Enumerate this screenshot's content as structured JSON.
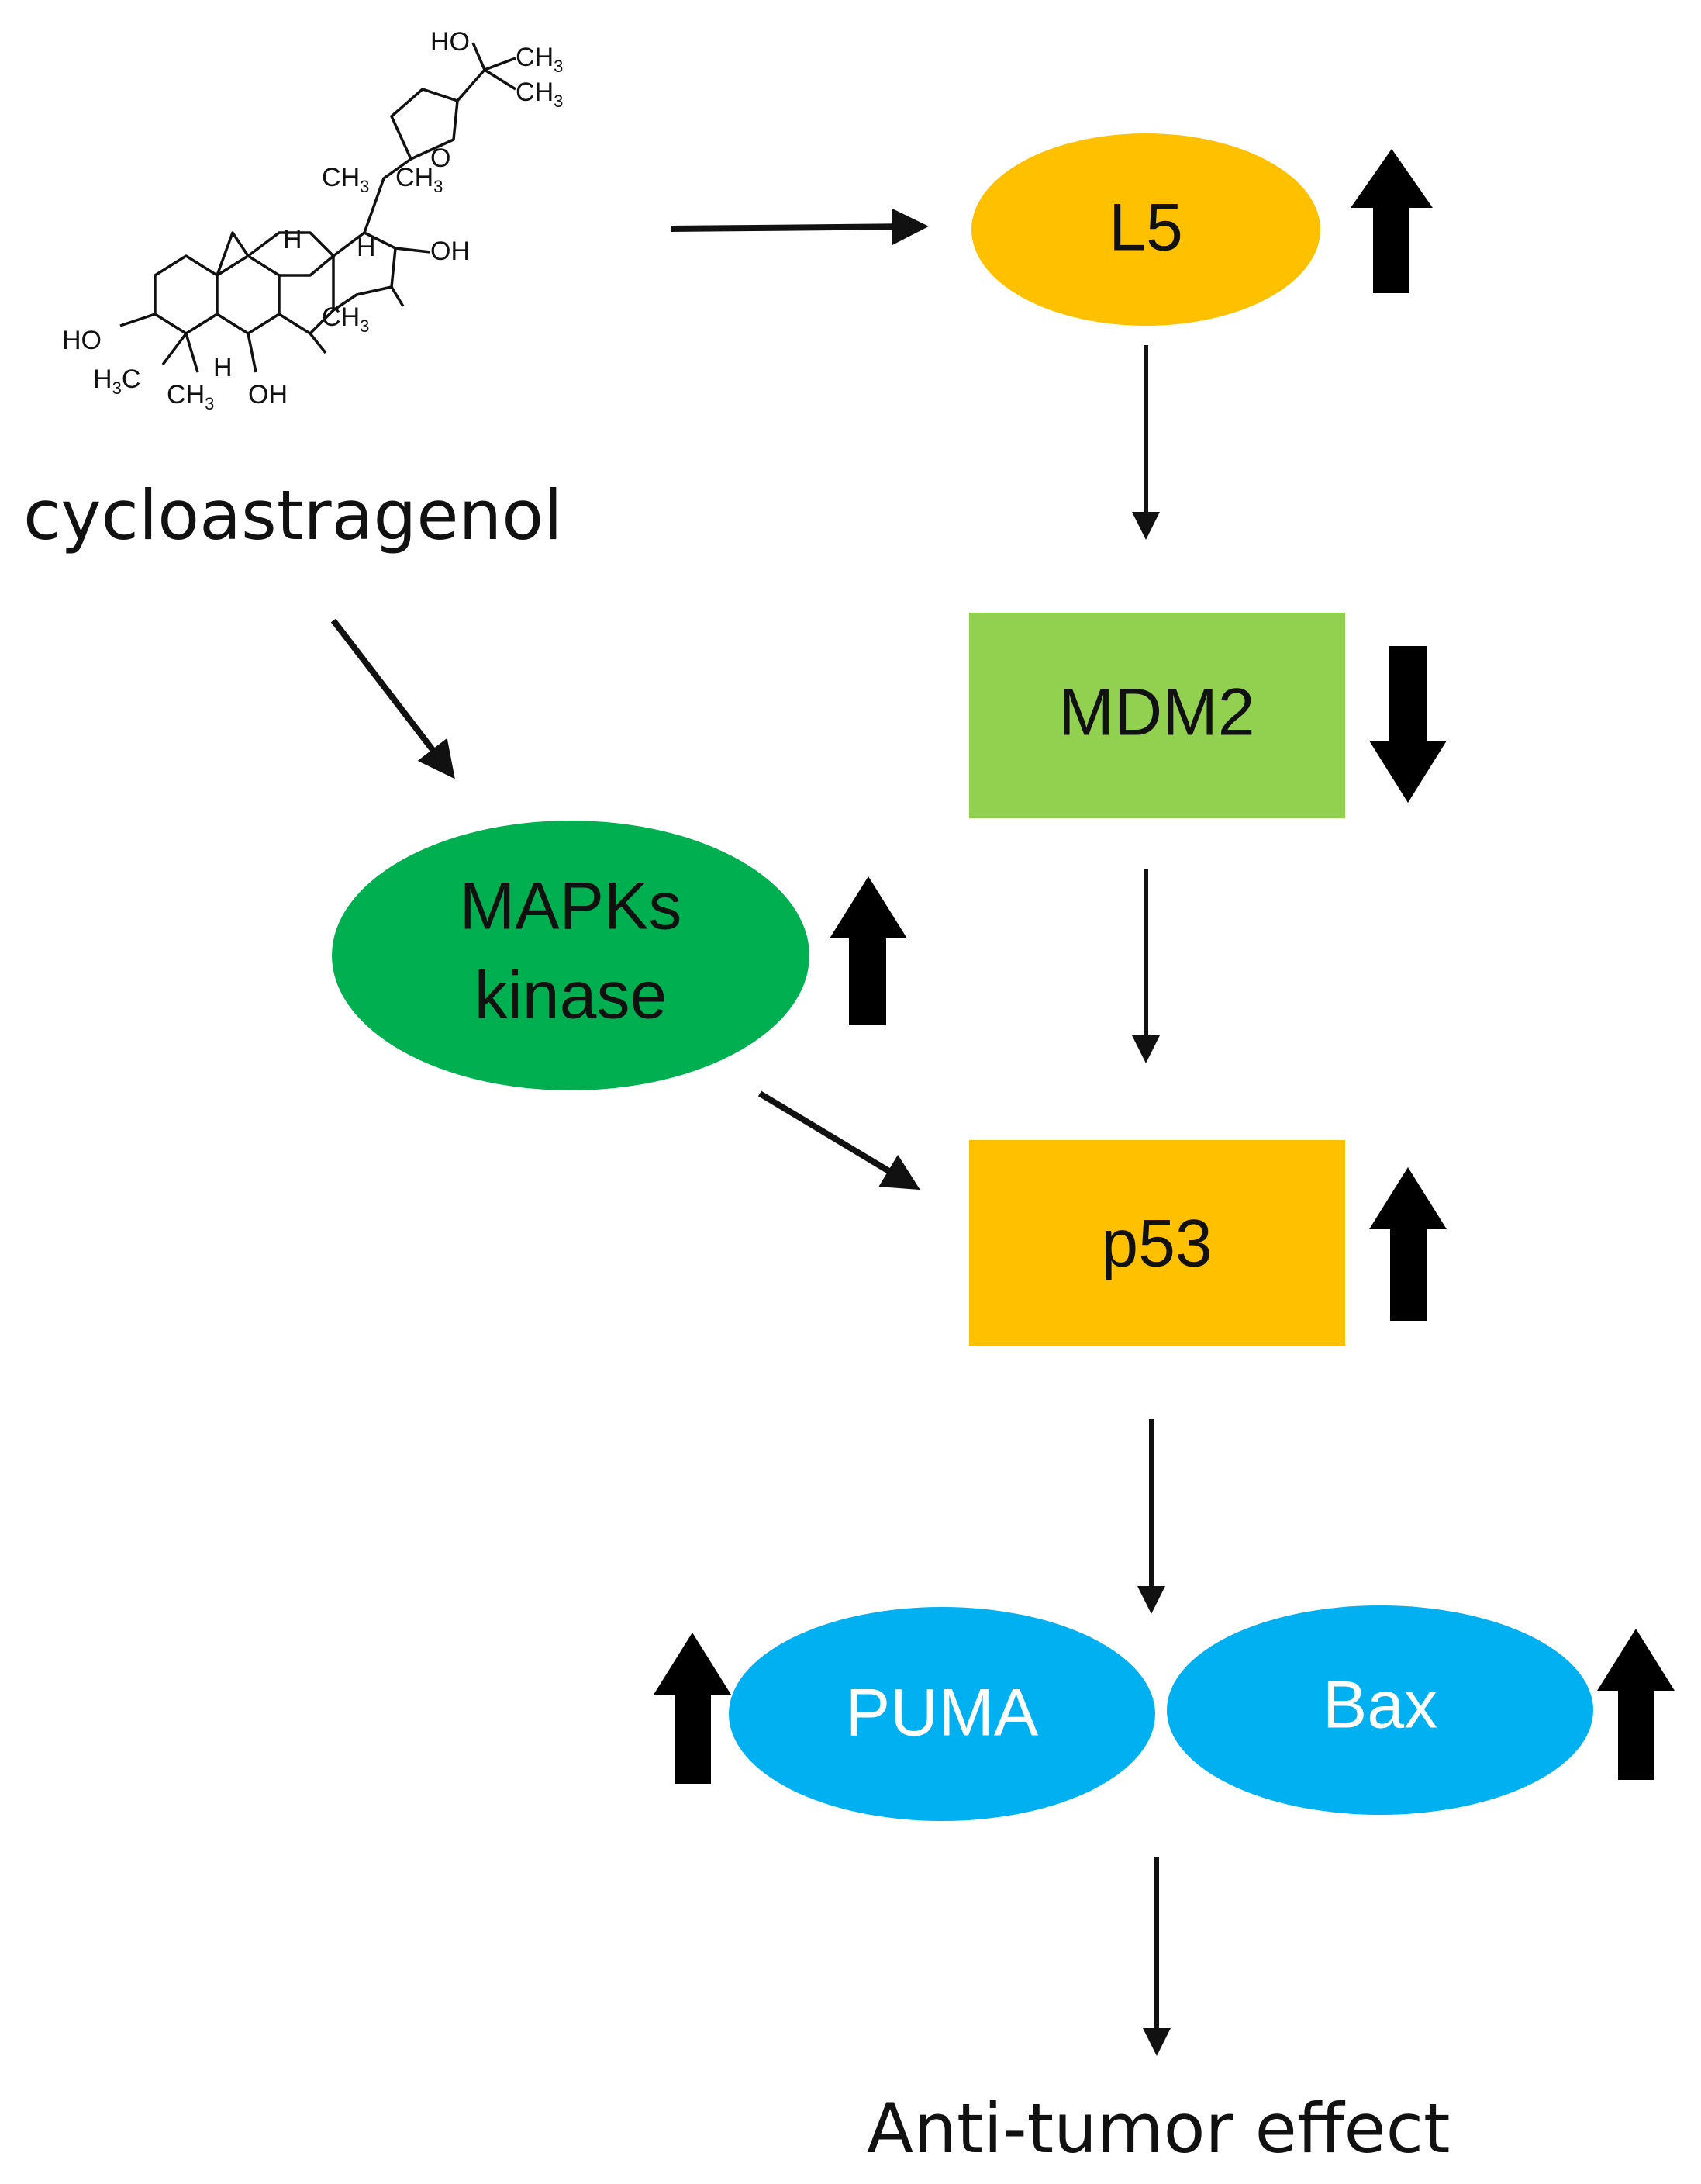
{
  "compound": {
    "name": "cycloastragenol",
    "atom_labels": {
      "ho_top": "HO",
      "ch3_top_a": "CH3",
      "ch3_top_b": "CH3",
      "o_ring": "O",
      "ch3_side": "CH3",
      "ch3_c18": "CH3",
      "h_c17": "H",
      "oh_c16": "OH",
      "h_c8": "H",
      "ch3_c14": "CH3",
      "ho_c3": "HO",
      "h3c_c4": "H3C",
      "ch3_c4": "CH3",
      "h_c5": "H",
      "oh_c6": "OH"
    }
  },
  "nodes": {
    "l5": {
      "label": "L5",
      "color": "#FFC000",
      "shape": "ellipse",
      "regulation": "up"
    },
    "mdm2": {
      "label": "MDM2",
      "color": "#92D050",
      "shape": "rect",
      "regulation": "down"
    },
    "mapks": {
      "label_line1": "MAPKs",
      "label_line2": "kinase",
      "color": "#00B050",
      "shape": "ellipse",
      "regulation": "up"
    },
    "p53": {
      "label": "p53",
      "color": "#FFC000",
      "shape": "rect",
      "regulation": "up"
    },
    "puma": {
      "label": "PUMA",
      "color": "#00B0F0",
      "shape": "ellipse",
      "regulation": "up"
    },
    "bax": {
      "label": "Bax",
      "color": "#00B0F0",
      "shape": "ellipse",
      "regulation": "up"
    }
  },
  "outcome": {
    "label": "Anti-tumor effect"
  },
  "edges": [
    {
      "from": "cycloastragenol",
      "to": "L5"
    },
    {
      "from": "cycloastragenol",
      "to": "MAPKs kinase"
    },
    {
      "from": "L5",
      "to": "MDM2"
    },
    {
      "from": "MDM2",
      "to": "p53"
    },
    {
      "from": "MAPKs kinase",
      "to": "p53"
    },
    {
      "from": "p53",
      "to": "PUMA / Bax"
    },
    {
      "from": "PUMA / Bax",
      "to": "Anti-tumor effect"
    }
  ]
}
